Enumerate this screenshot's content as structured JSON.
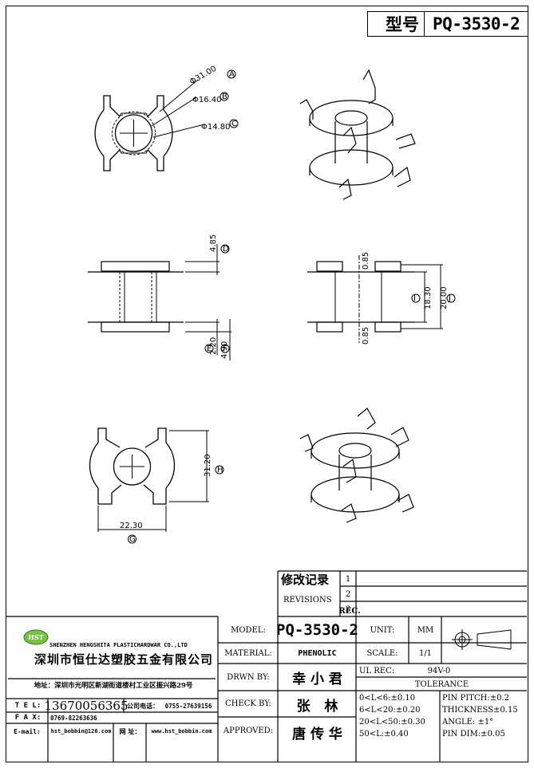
{
  "header": {
    "model_label": "型号",
    "model_value": "PQ-3530-2"
  },
  "dimensions": {
    "d_a": "Φ31.00",
    "d_b": "Φ16.40",
    "d_c": "Φ14.80",
    "d_d": "4.85",
    "d_e": "2.20",
    "d_f": "4.90",
    "side_top": "0.85",
    "side_bottom": "0.85",
    "d_i": "18.30",
    "d_j": "20.00",
    "d_h": "31.20",
    "d_g": "22.30"
  },
  "markers": {
    "a": "A",
    "b": "B",
    "c": "C",
    "d": "D",
    "e": "E",
    "f": "F",
    "g": "G",
    "h": "H",
    "i": "I",
    "j": "J"
  },
  "revisions": {
    "title_cn": "修改记录",
    "title_en": "REVISIONS",
    "rec": "REC.",
    "rows": [
      "1",
      "2",
      "3"
    ]
  },
  "company": {
    "logo": "HST",
    "name_en": "SHENZHEN HENGSHITA PLASTICHARDWAR CO.,LTD",
    "name_cn": "深圳市恒仕达塑胶五金有限公司",
    "address": "地址：深圳市光明区新湖街道楼村工业区振兴路29号",
    "tel_label": "T E L:",
    "tel": "13670056365",
    "company_tel_label": "公司电话：",
    "company_tel": "0755-27639156",
    "fax_label": "F A X:",
    "fax": "0769-82263636",
    "email_label": "E-mail:",
    "email": "hst_bobbin@126.com",
    "web_label": "网 址：",
    "web": "www.hst_bobbin.com"
  },
  "specs": {
    "model_label": "MODEL:",
    "model": "PQ-3530-2",
    "material_label": "MATERIAL:",
    "material": "PHENOLIC",
    "drawn_label": "DRWN BY:",
    "drawn": "幸 小 君",
    "check_label": "CHECK BY:",
    "check": "张   林",
    "approved_label": "APPROVED:",
    "approved": "唐 传 华",
    "unit_label": "UNIT:",
    "unit": "MM",
    "scale_label": "SCALE:",
    "scale": "1/1",
    "ul_label": "UL REC:",
    "ul": "94V-0",
    "tolerance_label": "TOLERANCE",
    "tol1": "0<L<6:±0.10",
    "tol2": "6<L<20:±0.20",
    "tol3": "20<L<50:±0.30",
    "tol4": "50<L:±0.40",
    "pin_pitch": "PIN PITCH:±0.2",
    "thickness": "THICKNESS±0.15",
    "angle": "ANGLE: ±1°",
    "pin_dim": "PIN DIM:±0.05"
  }
}
